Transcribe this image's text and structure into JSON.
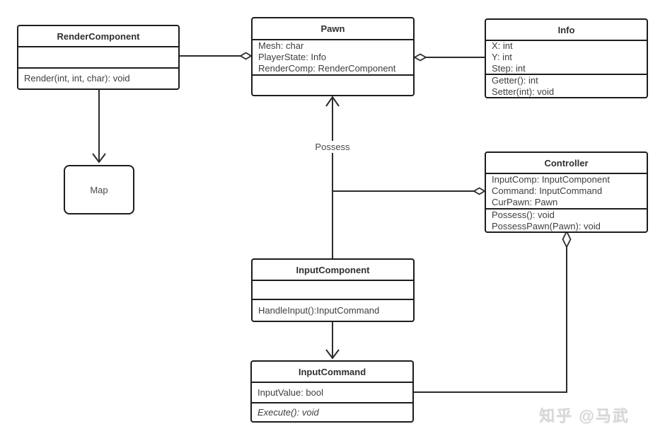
{
  "classes": {
    "renderComponent": {
      "title": "RenderComponent",
      "attributes": [],
      "methods": [
        "Render(int, int, char): void"
      ]
    },
    "pawn": {
      "title": "Pawn",
      "attributes": [
        "Mesh: char",
        "PlayerState: Info",
        "RenderComp: RenderComponent"
      ],
      "methods": []
    },
    "info": {
      "title": "Info",
      "attributes": [
        "X: int",
        "Y: int",
        "Step: int"
      ],
      "methods": [
        "Getter(): int",
        "Setter(int): void"
      ]
    },
    "map": {
      "title": "Map"
    },
    "controller": {
      "title": "Controller",
      "attributes": [
        "InputComp: InputComponent",
        "Command: InputCommand",
        "CurPawn: Pawn"
      ],
      "methods": [
        "Possess(): void",
        "PossessPawn(Pawn): void"
      ]
    },
    "inputComponent": {
      "title": "InputComponent",
      "attributes": [],
      "methods": [
        "HandleInput():InputCommand"
      ]
    },
    "inputCommand": {
      "title": "InputCommand",
      "attributes": [
        "InputValue: bool"
      ],
      "methods": [
        "Execute(): void"
      ]
    }
  },
  "edge_labels": {
    "possess": "Possess"
  },
  "watermark": {
    "text": "知乎 @马武"
  },
  "colors": {
    "line": "#2b2b2b",
    "border": "#1d1d1d",
    "text": "#3e3e3e",
    "watermark": "#d7d7d7",
    "background": "#ffffff"
  }
}
